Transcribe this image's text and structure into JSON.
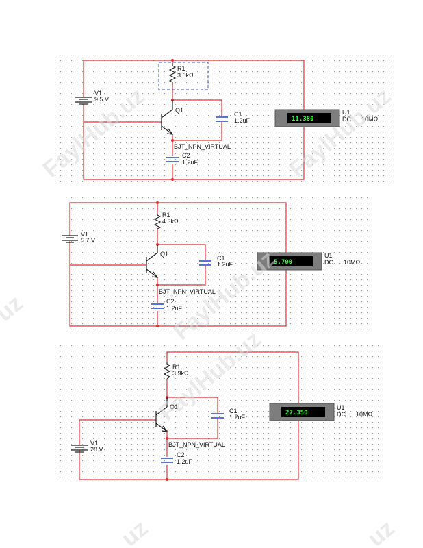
{
  "watermark": "FaylHub.uz",
  "watermark_tail": "uz",
  "circuits": [
    {
      "supply": {
        "name": "V1",
        "value": "9.5 V"
      },
      "resistor": {
        "name": "R1",
        "value": "3.6kΩ"
      },
      "transistor": {
        "name": "Q1",
        "model": "BJT_NPN_VIRTUAL"
      },
      "c1": {
        "name": "C1",
        "value": "1.2uF"
      },
      "c2": {
        "name": "C2",
        "value": "1.2uF"
      },
      "meter": {
        "name": "U1",
        "reading": "11.380",
        "mode": "DC",
        "impedance": "10MΩ"
      }
    },
    {
      "supply": {
        "name": "V1",
        "value": "5.7 V"
      },
      "resistor": {
        "name": "R1",
        "value": "4.3kΩ"
      },
      "transistor": {
        "name": "Q1",
        "model": "BJT_NPN_VIRTUAL"
      },
      "c1": {
        "name": "C1",
        "value": "1.2uF"
      },
      "c2": {
        "name": "C2",
        "value": "1.2uF"
      },
      "meter": {
        "name": "U1",
        "reading": "5.700",
        "mode": "DC",
        "impedance": "10MΩ"
      }
    },
    {
      "supply": {
        "name": "V1",
        "value": "28 V"
      },
      "resistor": {
        "name": "R1",
        "value": "3.9kΩ"
      },
      "transistor": {
        "name": "Q1",
        "model": "BJT_NPN_VIRTUAL"
      },
      "c1": {
        "name": "C1",
        "value": "1.2uF"
      },
      "c2": {
        "name": "C2",
        "value": "1.2uF"
      },
      "meter": {
        "name": "U1",
        "reading": "27.350",
        "mode": "DC",
        "impedance": "10MΩ"
      }
    }
  ],
  "colors": {
    "wire": "#e03030",
    "component": "#1a1a1a",
    "capacitor": "#2244cc",
    "selection": "#3355cc",
    "meter_body": "#7d7d7d",
    "meter_screen": "#000000",
    "meter_text": "#39ff39"
  }
}
